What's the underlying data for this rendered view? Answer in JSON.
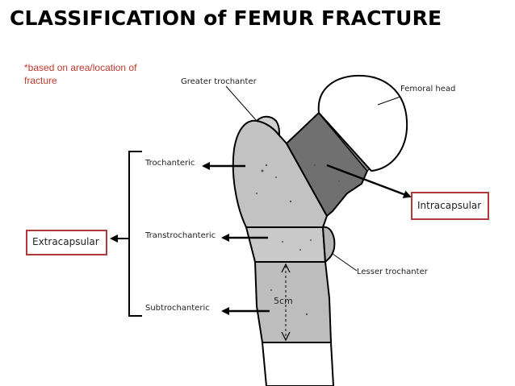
{
  "title": "CLASSIFICATION of FEMUR FRACTURE",
  "note": "*based on area/location of fracture",
  "labels": {
    "greater_trochanter": "Greater trochanter",
    "femoral_head": "Femoral head",
    "trochanteric": "Trochanteric",
    "transtrochanteric": "Transtrochanteric",
    "subtrochanteric": "Subtrochanteric",
    "lesser_trochanter": "Lesser trochanter",
    "intracapsular": "Intracapsular",
    "extracapsular": "Extracapsular",
    "dimension": "5cm"
  },
  "colors": {
    "box_border": "#b03a3a",
    "note_text": "#c0392b",
    "bone_light": "#c8c8c8",
    "bone_mid": "#a9a9a9",
    "bone_dark": "#6f6f6f"
  }
}
